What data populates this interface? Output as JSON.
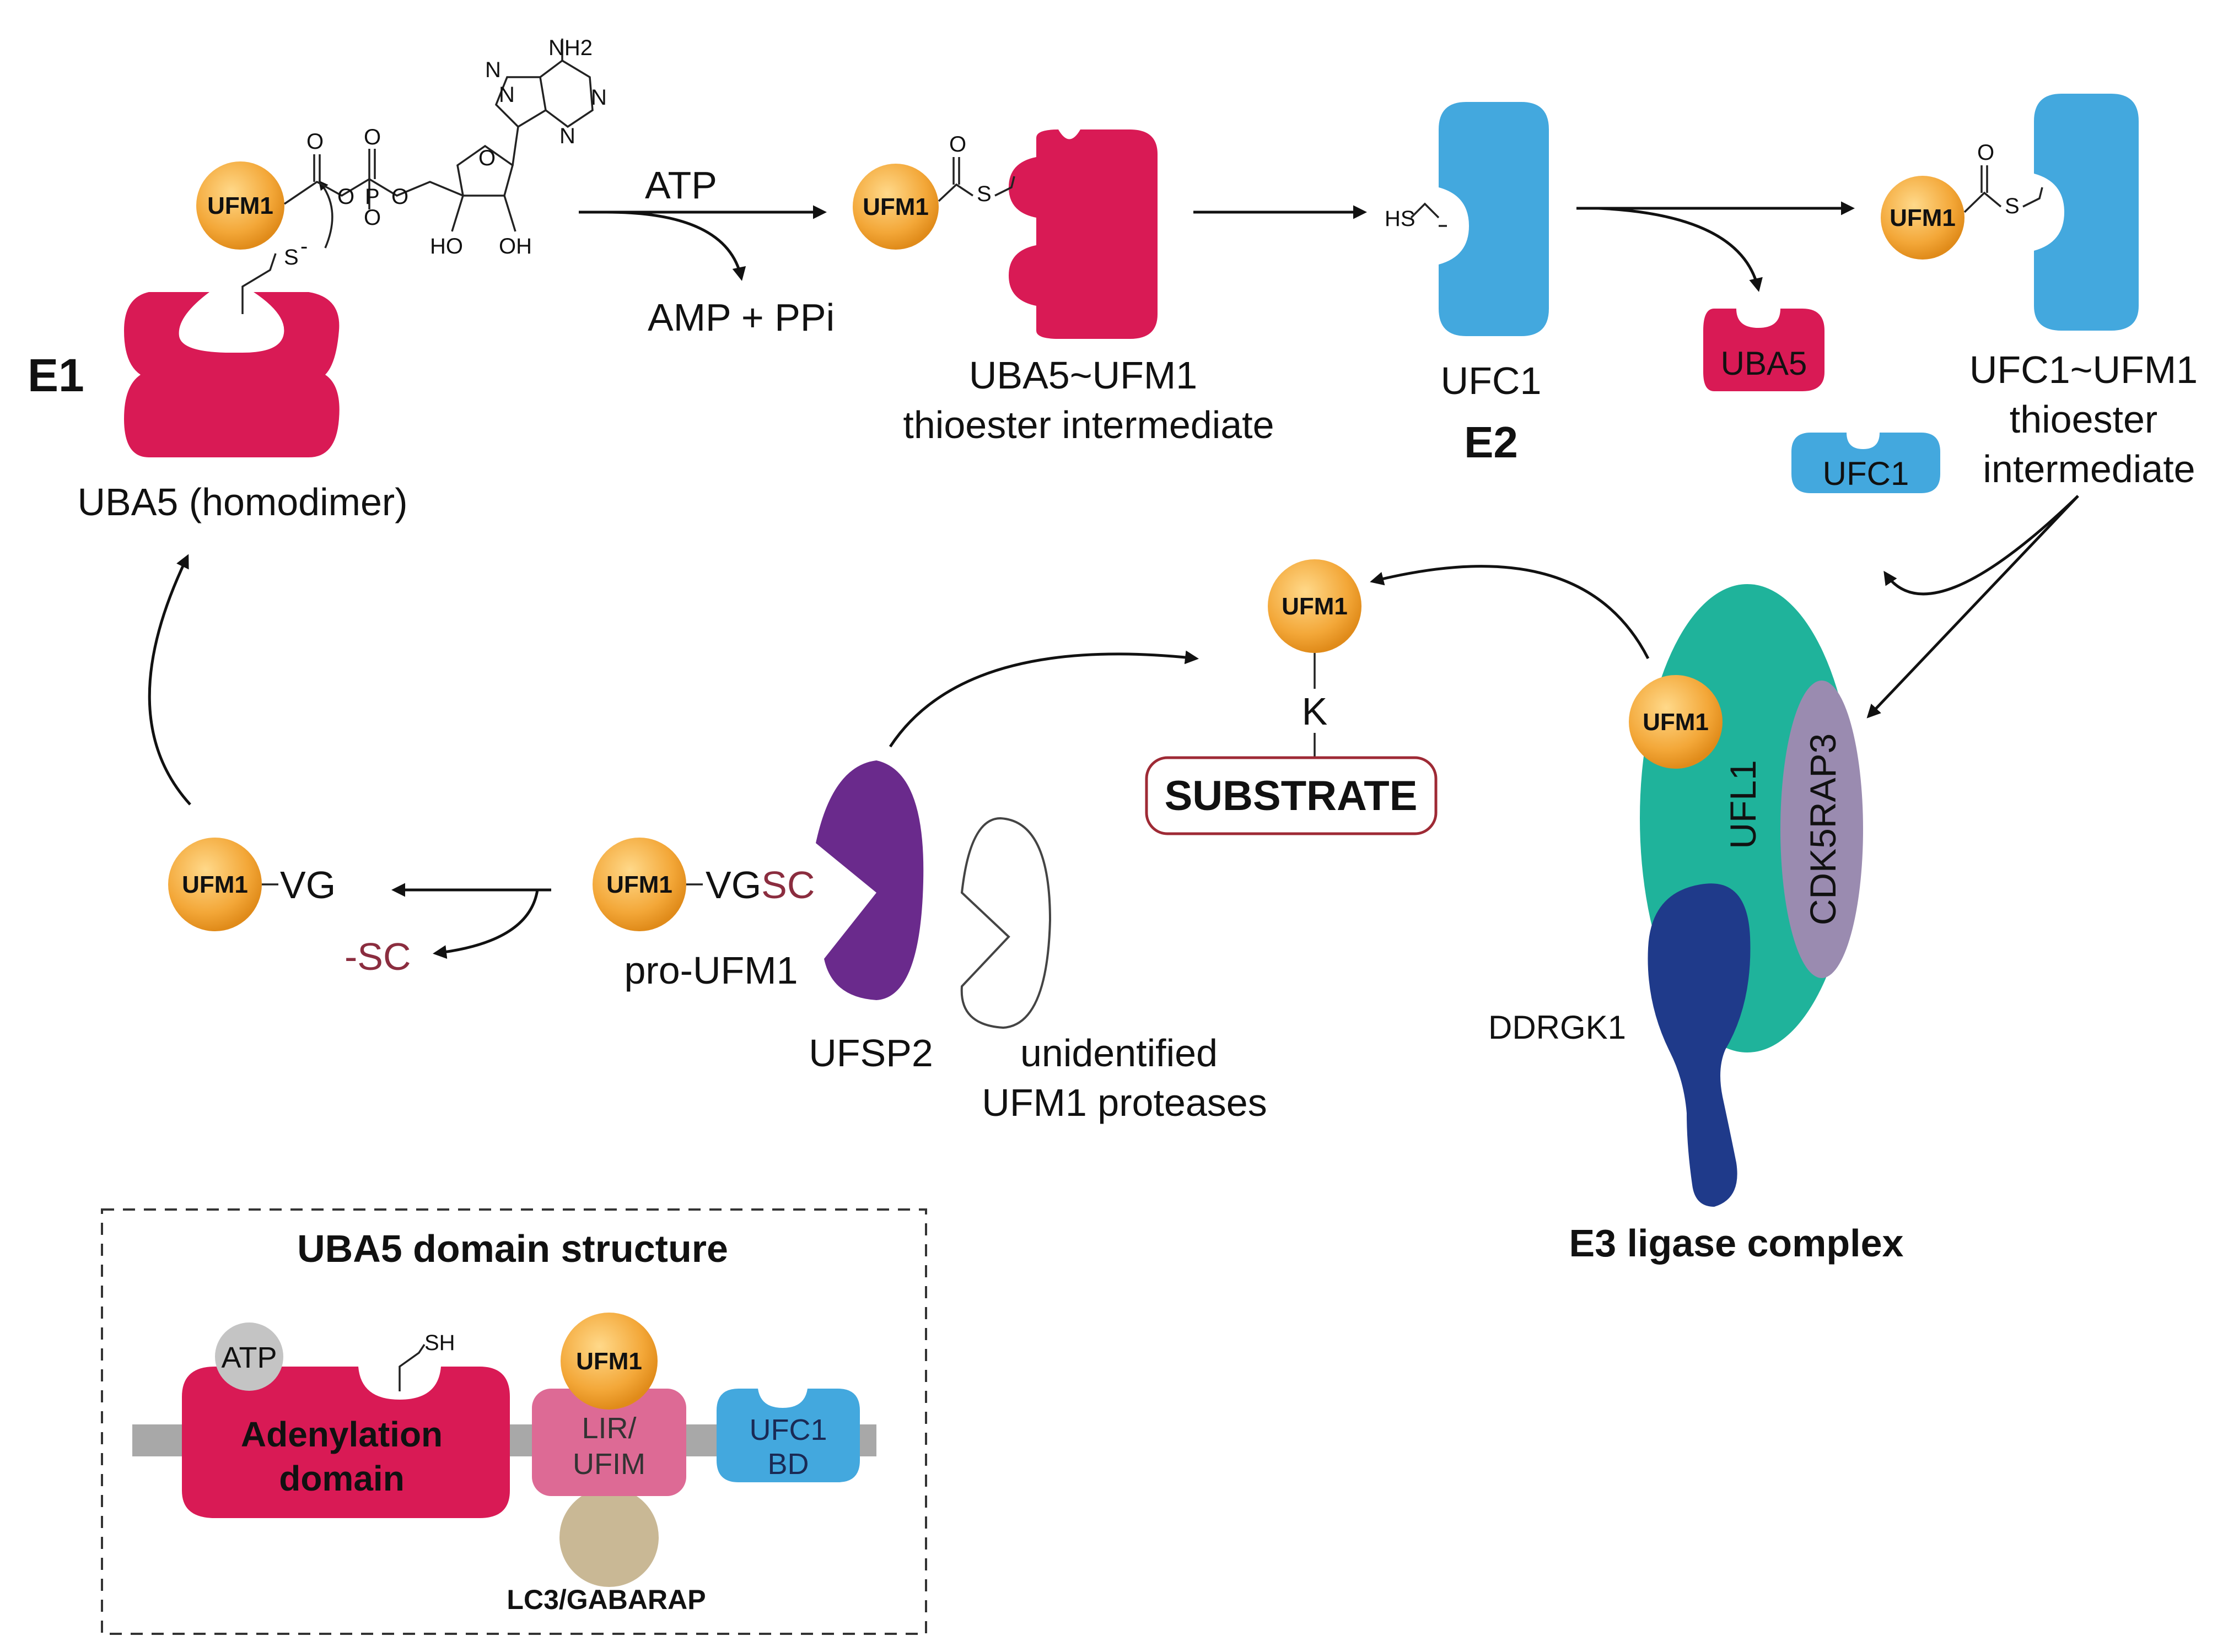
{
  "colors": {
    "uba5": "#d91a55",
    "ufc1": "#43a8de",
    "ufm1_fill": "#f3a738",
    "ufl1": "#1fb39b",
    "cdk5rap3": "#9a8bb0",
    "ddrgk1": "#1f3a8a",
    "ufsp2": "#6a2a8c",
    "lir": "#dd6a95",
    "lc3": "#c9b895",
    "atp_circle": "#c4c4c4",
    "sc_text": "#8b2d3f",
    "substrate_border": "#9e2a35",
    "bar": "#a8a8a8"
  },
  "ufm1": "UFM1",
  "e1": {
    "tag": "E1",
    "name": "UBA5 (homodimer)",
    "atp_chem": {
      "nh2": "NH2",
      "n1": "N",
      "n2": "N",
      "n3": "N",
      "n4": "N",
      "o_ring": "O",
      "p": "P",
      "ho": "HO",
      "oh": "OH",
      "s": "S"
    }
  },
  "step1": {
    "input": "ATP",
    "output": "AMP + PPi"
  },
  "uba5_ufm1": {
    "line1": "UBA5~UFM1",
    "line2": "thioester intermediate",
    "s": "S"
  },
  "e2": {
    "hs": "HS",
    "name": "UFC1",
    "tag": "E2"
  },
  "released": {
    "uba5": "UBA5",
    "ufc1": "UFC1"
  },
  "ufc1_ufm1": {
    "line1": "UFC1~UFM1",
    "line2": "thioester",
    "line3": "intermediate",
    "s": "S"
  },
  "substrate": {
    "k": "K",
    "label": "SUBSTRATE"
  },
  "e3": {
    "ufl1": "UFL1",
    "cdk5rap3": "CDK5RAP3",
    "ddrgk1": "DDRGK1",
    "label": "E3 ligase complex"
  },
  "processing": {
    "mature_vg": "VG",
    "cleaved": "-SC",
    "pro_vg": "VG",
    "pro_sc": "SC",
    "pro_label": "pro-UFM1",
    "ufsp2": "UFSP2",
    "unid_line1": "unidentified",
    "unid_line2": "UFM1 proteases"
  },
  "domain_box": {
    "title": "UBA5 domain structure",
    "atp": "ATP",
    "sh": "SH",
    "adenylation_line1": "Adenylation",
    "adenylation_line2": "domain",
    "lir_line1": "LIR/",
    "lir_line2": "UFIM",
    "ufc1_line1": "UFC1",
    "ufc1_line2": "BD",
    "lc3": "LC3/GABARAP"
  }
}
